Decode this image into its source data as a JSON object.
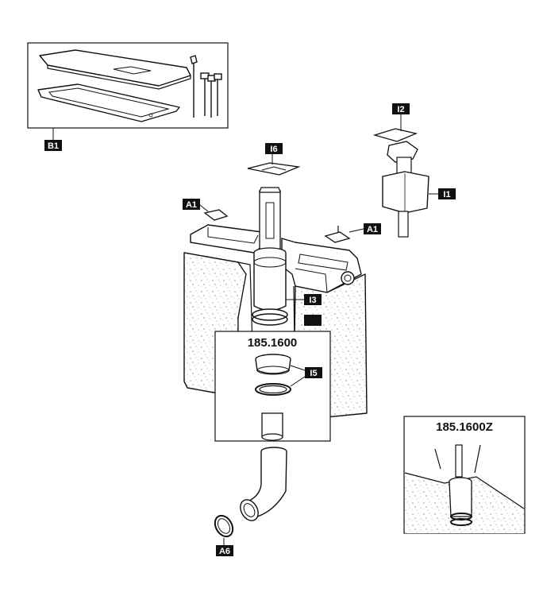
{
  "labels": {
    "b1": "B1",
    "i2": "I2",
    "i6": "I6",
    "a1_left": "A1",
    "a1_right": "A1",
    "i1": "I1",
    "i3": "I3",
    "i5": "I5",
    "a6": "A6"
  },
  "part_codes": {
    "main": "185.1600",
    "inset": "185.1600Z"
  },
  "colors": {
    "line": "#111111",
    "tag_fill": "#111111",
    "tag_text": "#ffffff",
    "panel_fill": "#ffffff"
  }
}
